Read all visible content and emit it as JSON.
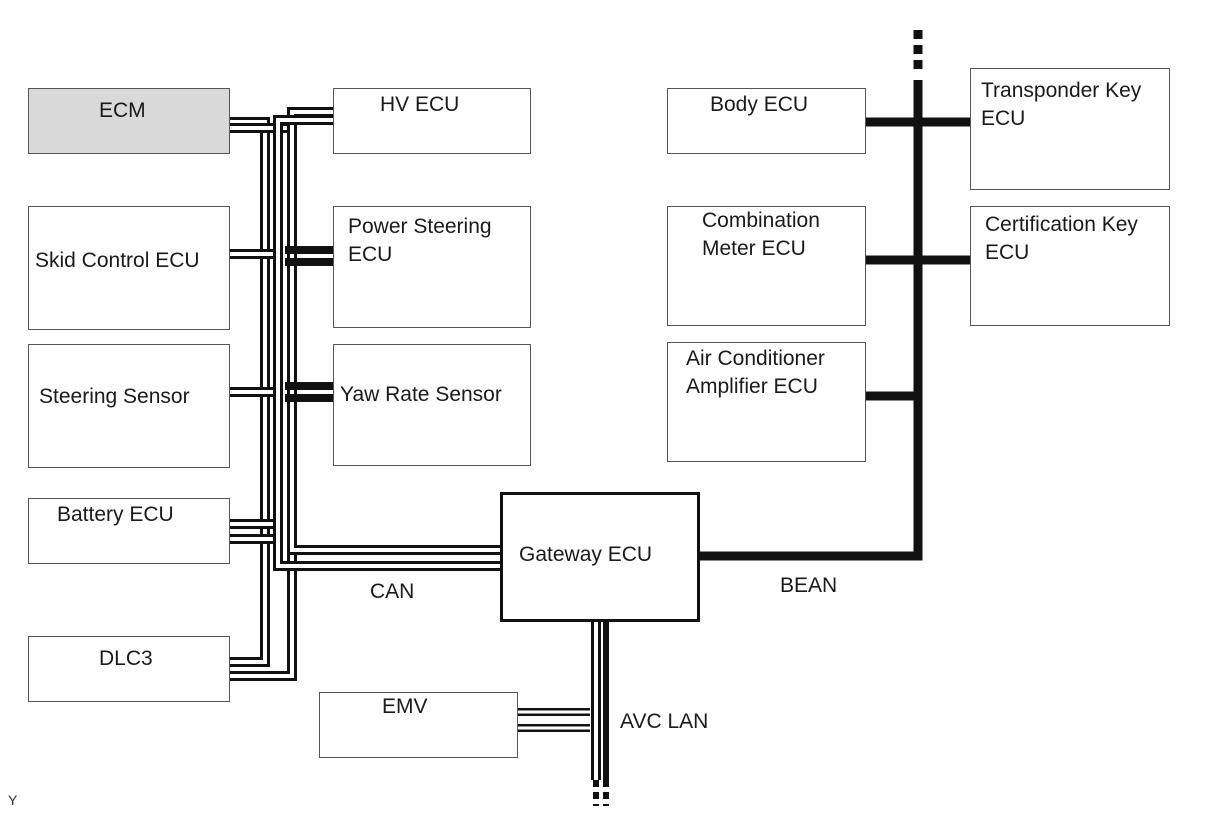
{
  "diagram": {
    "ecus": {
      "ecm": "ECM",
      "hv_ecu": "HV ECU",
      "skid_control": "Skid Control ECU",
      "power_steering": "Power Steering\nECU",
      "steering_sensor": "Steering Sensor",
      "yaw_rate": "Yaw Rate Sensor",
      "battery_ecu": "Battery ECU",
      "dlc3": "DLC3",
      "gateway": "Gateway ECU",
      "emv": "EMV",
      "body_ecu": "Body ECU",
      "transponder": "Transponder Key\nECU",
      "combination_meter": "Combination\nMeter ECU",
      "certification": "Certification Key\nECU",
      "air_conditioner": "Air Conditioner\nAmplifier ECU"
    },
    "buses": {
      "can": "CAN",
      "bean": "BEAN",
      "avc_lan": "AVC LAN"
    },
    "corner_mark": "Y",
    "colors": {
      "wire": "#111111",
      "box_border": "#555555",
      "ecm_fill": "#d9d9d9"
    }
  }
}
